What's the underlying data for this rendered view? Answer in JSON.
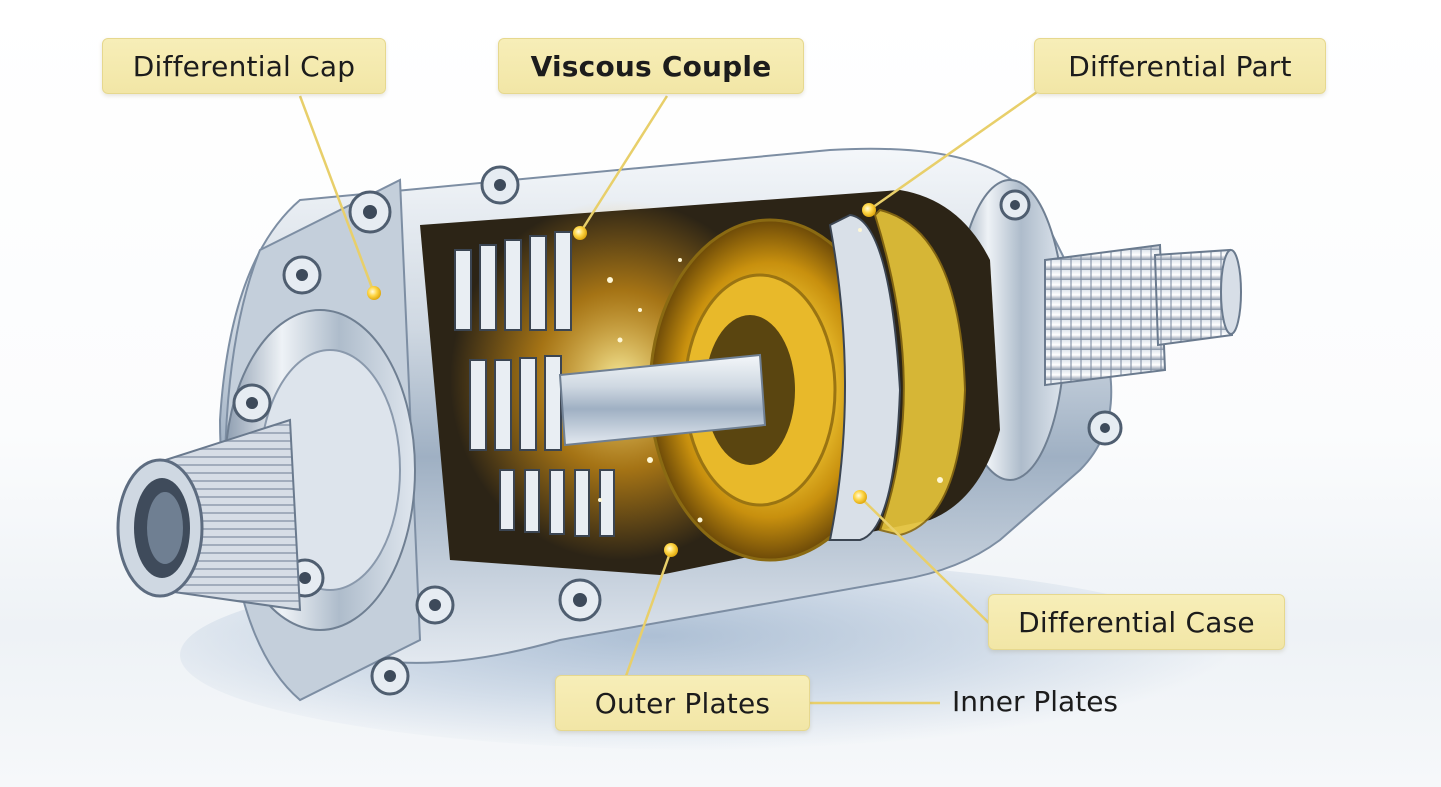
{
  "diagram": {
    "subject": "Viscous coupling limited-slip differential, cutaway view",
    "colors": {
      "label_fill": "#f4e9ad",
      "label_border": "#e6d88e",
      "leader_line": "#e8cf6a",
      "leader_dot": "#ffd84a",
      "metal": "#c9d3de",
      "metal_dark": "#6f7f92",
      "glow_gold": "#f6c21c"
    },
    "labels": [
      {
        "id": "differential-cap",
        "text": "Differential Cap",
        "bold": false
      },
      {
        "id": "viscous-couple",
        "text": "Viscous Couple",
        "bold": true
      },
      {
        "id": "differential-part",
        "text": "Differential Part",
        "bold": false
      },
      {
        "id": "differential-case",
        "text": "Differential Case",
        "bold": false
      },
      {
        "id": "outer-plates",
        "text": "Outer Plates",
        "bold": false
      },
      {
        "id": "inner-plates",
        "text": "Inner Plates",
        "bold": false
      }
    ]
  }
}
